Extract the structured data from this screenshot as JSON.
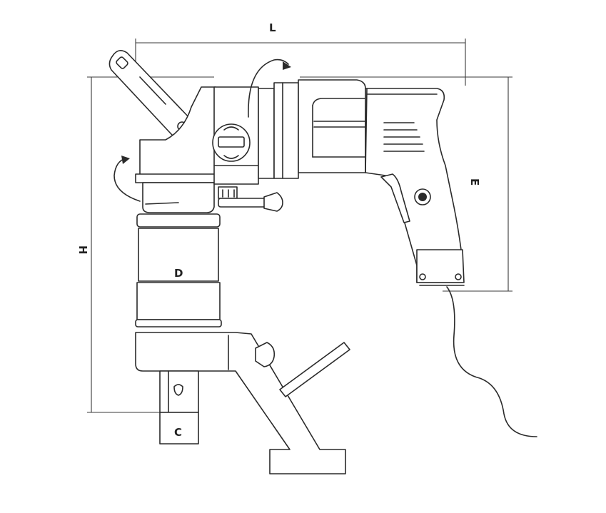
{
  "labels": {
    "length": "L",
    "height": "H",
    "width": "E",
    "diameter": "D",
    "square_drive": "C"
  },
  "colors": {
    "line": "#2a2a2a",
    "background": "#ffffff"
  },
  "icons": {
    "rotation_arrows": "curved-arrow-icon",
    "grips": "knob-icon"
  }
}
